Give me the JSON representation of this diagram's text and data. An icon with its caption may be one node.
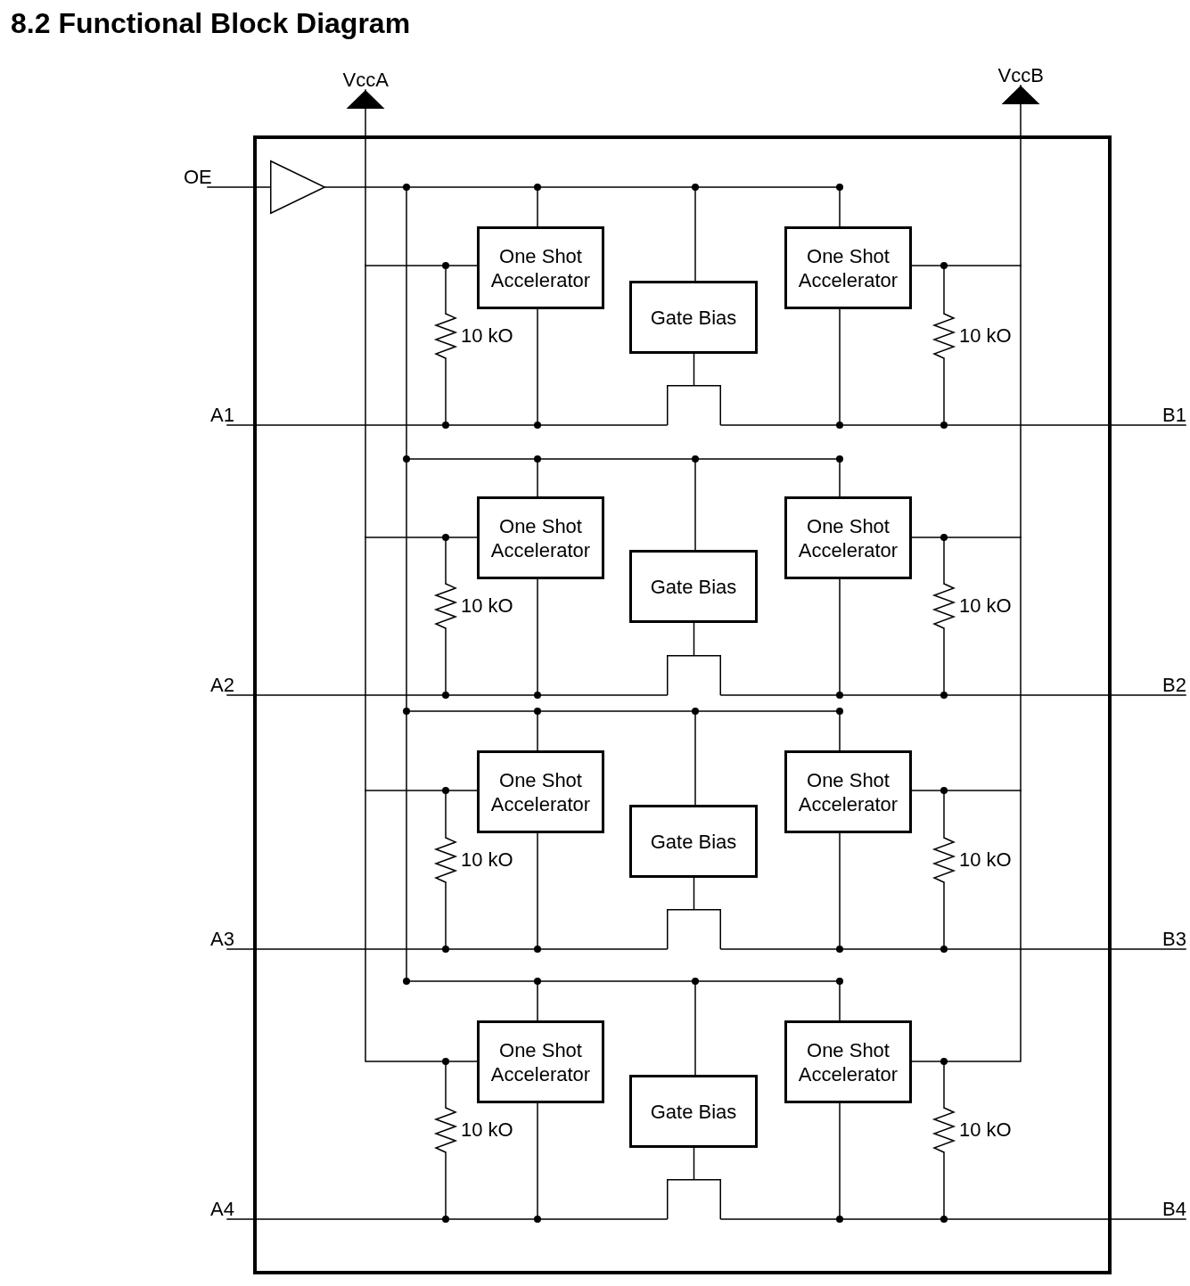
{
  "diagram": {
    "title": "8.2 Functional Block Diagram",
    "nodes": [
      {
        "text": [
          "VccA"
        ]
      },
      {
        "text": [
          "VccB"
        ]
      },
      {
        "text": [],
        "shape": "box"
      },
      {
        "text": [
          "OE"
        ]
      },
      {
        "text": [],
        "shape": "triangle",
        "in": 2
      },
      {
        "text": [
          "One Shot Accelerator"
        ],
        "in": 2
      },
      {
        "text": [
          "Gate Bias"
        ],
        "in": 2
      },
      {
        "text": [
          "One Shot Accelerator"
        ],
        "in": 2
      },
      {
        "text": [],
        "shape": "resistor",
        "beside": [
          "10 kO"
        ],
        "in": 2
      },
      {
        "text": [],
        "shape": "resistor",
        "beside": [
          "10 kO"
        ],
        "in": 2
      },
      {
        "text": [
          "A1"
        ]
      },
      {
        "text": [],
        "shape": "transistor",
        "in": 2
      },
      {
        "text": [
          "B1"
        ]
      },
      {
        "text": [
          "One Shot Accelerator"
        ],
        "in": 2
      },
      {
        "text": [
          "Gate Bias"
        ],
        "in": 2
      },
      {
        "text": [
          "One Shot Accelerator"
        ],
        "in": 2
      },
      {
        "text": [],
        "shape": "resistor",
        "beside": [
          "10 kO"
        ],
        "in": 2
      },
      {
        "text": [],
        "shape": "resistor",
        "beside": [
          "10 kO"
        ],
        "in": 2
      },
      {
        "text": [
          "A2"
        ]
      },
      {
        "text": [],
        "shape": "transistor",
        "in": 2
      },
      {
        "text": [
          "B2"
        ]
      },
      {
        "text": [
          "One Shot Accelerator"
        ],
        "in": 2
      },
      {
        "text": [
          "Gate Bias"
        ],
        "in": 2
      },
      {
        "text": [
          "One Shot Accelerator"
        ],
        "in": 2
      },
      {
        "text": [],
        "shape": "resistor",
        "beside": [
          "10 kO"
        ],
        "in": 2
      },
      {
        "text": [],
        "shape": "resistor",
        "beside": [
          "10 kO"
        ],
        "in": 2
      },
      {
        "text": [
          "A3"
        ]
      },
      {
        "text": [],
        "shape": "transistor",
        "in": 2
      },
      {
        "text": [
          "B3"
        ]
      },
      {
        "text": [
          "One Shot Accelerator"
        ],
        "in": 2
      },
      {
        "text": [
          "Gate Bias"
        ],
        "in": 2
      },
      {
        "text": [
          "One Shot Accelerator"
        ],
        "in": 2
      },
      {
        "text": [],
        "shape": "resistor",
        "beside": [
          "10 kO"
        ],
        "in": 2
      },
      {
        "text": [],
        "shape": "resistor",
        "beside": [
          "10 kO"
        ],
        "in": 2
      },
      {
        "text": [
          "A4"
        ]
      },
      {
        "text": [],
        "shape": "transistor",
        "in": 2
      },
      {
        "text": [
          "B4"
        ]
      }
    ],
    "edges": [
      {
        "from": 3,
        "to": 4,
        "arrow": "none"
      },
      {
        "from": 4,
        "to": 5,
        "arrow": "none"
      },
      {
        "from": 4,
        "to": 6,
        "arrow": "none"
      },
      {
        "from": 4,
        "to": 7,
        "arrow": "none"
      },
      {
        "from": 5,
        "to": 0,
        "arrow": "to"
      },
      {
        "from": 8,
        "to": 0,
        "arrow": "to"
      },
      {
        "from": 7,
        "to": 1,
        "arrow": "to"
      },
      {
        "from": 9,
        "to": 1,
        "arrow": "to"
      },
      {
        "from": 10,
        "to": 8,
        "arrow": "none"
      },
      {
        "from": 10,
        "to": 5,
        "arrow": "none"
      },
      {
        "from": 10,
        "to": 11,
        "arrow": "none"
      },
      {
        "from": 11,
        "to": 12,
        "arrow": "none"
      },
      {
        "from": 7,
        "to": 12,
        "arrow": "none"
      },
      {
        "from": 9,
        "to": 12,
        "arrow": "none"
      },
      {
        "from": 6,
        "to": 11,
        "arrow": "none"
      },
      {
        "from": 4,
        "to": 13,
        "arrow": "none"
      },
      {
        "from": 4,
        "to": 14,
        "arrow": "none"
      },
      {
        "from": 4,
        "to": 15,
        "arrow": "none"
      },
      {
        "from": 13,
        "to": 0,
        "arrow": "to"
      },
      {
        "from": 16,
        "to": 0,
        "arrow": "to"
      },
      {
        "from": 15,
        "to": 1,
        "arrow": "to"
      },
      {
        "from": 17,
        "to": 1,
        "arrow": "to"
      },
      {
        "from": 18,
        "to": 16,
        "arrow": "none"
      },
      {
        "from": 18,
        "to": 13,
        "arrow": "none"
      },
      {
        "from": 18,
        "to": 19,
        "arrow": "none"
      },
      {
        "from": 19,
        "to": 20,
        "arrow": "none"
      },
      {
        "from": 15,
        "to": 20,
        "arrow": "none"
      },
      {
        "from": 17,
        "to": 20,
        "arrow": "none"
      },
      {
        "from": 14,
        "to": 19,
        "arrow": "none"
      },
      {
        "from": 4,
        "to": 21,
        "arrow": "none"
      },
      {
        "from": 4,
        "to": 22,
        "arrow": "none"
      },
      {
        "from": 4,
        "to": 23,
        "arrow": "none"
      },
      {
        "from": 21,
        "to": 0,
        "arrow": "to"
      },
      {
        "from": 24,
        "to": 0,
        "arrow": "to"
      },
      {
        "from": 23,
        "to": 1,
        "arrow": "to"
      },
      {
        "from": 25,
        "to": 1,
        "arrow": "to"
      },
      {
        "from": 26,
        "to": 24,
        "arrow": "none"
      },
      {
        "from": 26,
        "to": 21,
        "arrow": "none"
      },
      {
        "from": 26,
        "to": 27,
        "arrow": "none"
      },
      {
        "from": 27,
        "to": 28,
        "arrow": "none"
      },
      {
        "from": 23,
        "to": 28,
        "arrow": "none"
      },
      {
        "from": 25,
        "to": 28,
        "arrow": "none"
      },
      {
        "from": 22,
        "to": 27,
        "arrow": "none"
      },
      {
        "from": 4,
        "to": 29,
        "arrow": "none"
      },
      {
        "from": 4,
        "to": 30,
        "arrow": "none"
      },
      {
        "from": 4,
        "to": 31,
        "arrow": "none"
      },
      {
        "from": 29,
        "to": 0,
        "arrow": "to"
      },
      {
        "from": 32,
        "to": 0,
        "arrow": "to"
      },
      {
        "from": 31,
        "to": 1,
        "arrow": "to"
      },
      {
        "from": 33,
        "to": 1,
        "arrow": "to"
      },
      {
        "from": 34,
        "to": 32,
        "arrow": "none"
      },
      {
        "from": 34,
        "to": 29,
        "arrow": "none"
      },
      {
        "from": 34,
        "to": 35,
        "arrow": "none"
      },
      {
        "from": 35,
        "to": 36,
        "arrow": "none"
      },
      {
        "from": 31,
        "to": 36,
        "arrow": "none"
      },
      {
        "from": 33,
        "to": 36,
        "arrow": "none"
      },
      {
        "from": 30,
        "to": 35,
        "arrow": "none"
      }
    ]
  }
}
